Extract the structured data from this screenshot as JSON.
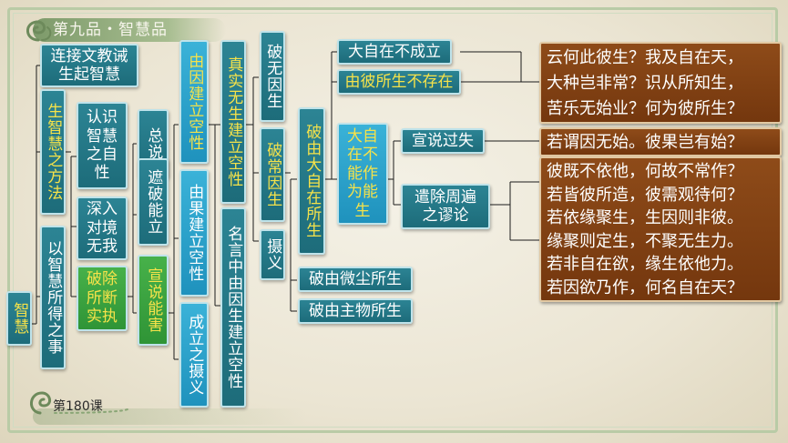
{
  "header": {
    "title": "第九品・智慧品"
  },
  "footer": {
    "lesson": "第180课"
  },
  "nodes": {
    "root": "智慧",
    "a1": "连接文教诫生起智慧",
    "a2": "生智慧之方法",
    "a3": "以智慧所得之事",
    "b1": "认识智慧之自性",
    "b2": "深入对境无我",
    "b3": "破除所断实执",
    "c1": "总说",
    "c2": "遮破能立",
    "c3": "宣说能害",
    "d1": "由因建立空性",
    "d2": "由果建立空性",
    "d3": "成立之摄义",
    "e1": "真实无生建立空性",
    "e2": "名言中由因生建立空性",
    "f1": "破无因生",
    "f2": "破常因生",
    "f3": "摄义",
    "g1": "破由大自在所生",
    "g2": "破由微尘所生",
    "g3": "破由主物所生",
    "h1": "大自在不成立",
    "h2": "由彼所生不存在",
    "h3": "大自在不能作为能生",
    "i1": "宣说过失",
    "i2": "遣除周遍之谬论"
  },
  "verses": {
    "v1": [
      "云何此彼生？我及自在天，",
      "大种岂非常？识从所知生，",
      "苦乐无始业？何为彼所生？"
    ],
    "v2": [
      "若谓因无始。彼果岂有始？"
    ],
    "v3": [
      "彼既不依他，何故不常作？",
      "若皆彼所造，彼需观待何？",
      "若依缘聚生，生因则非彼。",
      "缘聚则定生，不聚无生力。",
      "若非自在欲，缘生依他力。",
      "若因欲乃作，何名自在天？"
    ]
  }
}
